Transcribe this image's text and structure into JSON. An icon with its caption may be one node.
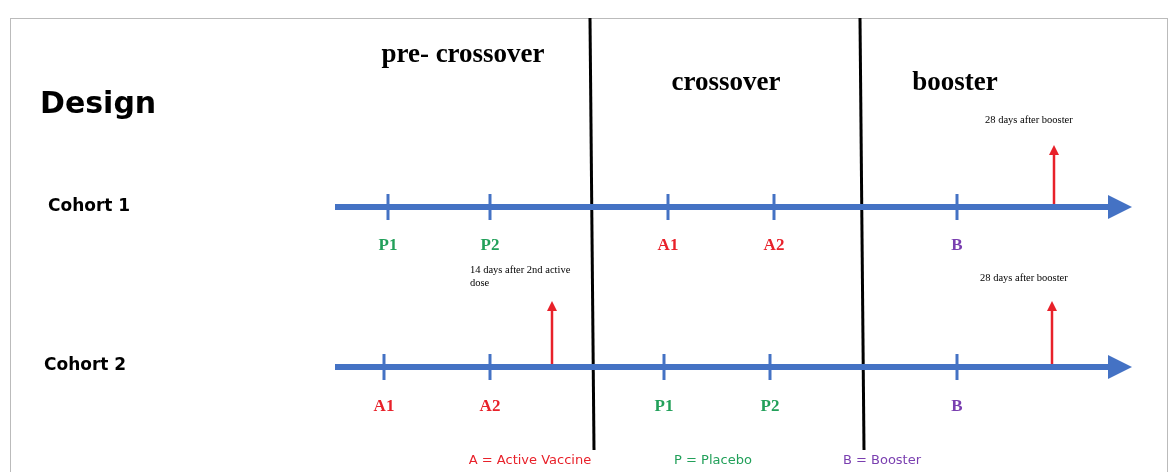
{
  "diagram": {
    "title": "Design",
    "labels": [
      "pre- crossover",
      "crossover",
      "booster",
      "28 days after booster",
      "Cohort 1",
      "P1",
      "P2",
      "A1",
      "A2",
      "B",
      "14 days after 2nd active dose",
      "28 days after booster",
      "Cohort 2",
      "A1",
      "A2",
      "P1",
      "P2",
      "B"
    ],
    "legend": [
      {
        "text": "A = Active Vaccine",
        "color": "#e8212a"
      },
      {
        "text": "P = Placebo",
        "color": "#22a05a"
      },
      {
        "text": "B = Booster",
        "color": "#7a3fb0"
      }
    ]
  }
}
